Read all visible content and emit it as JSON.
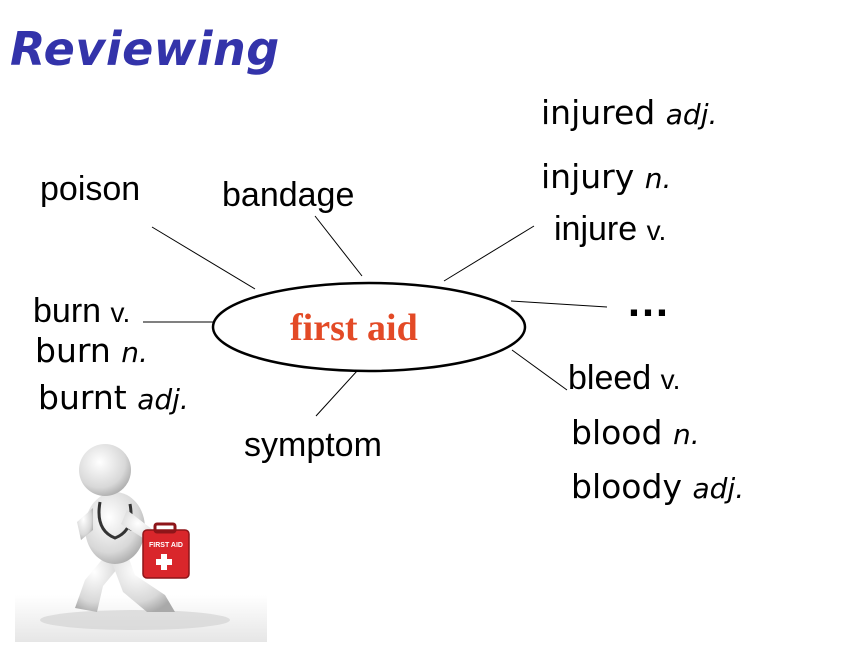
{
  "title": "Reviewing",
  "center": "first aid",
  "nodes": {
    "poison": "poison",
    "bandage": "bandage",
    "symptom": "symptom",
    "burn_v": {
      "word": "burn",
      "pos": "v."
    },
    "burn_n": {
      "word": "burn",
      "pos": "n."
    },
    "burnt_adj": {
      "word": "burnt",
      "pos": "adj."
    },
    "injured_adj": {
      "word": "injured",
      "pos": "adj."
    },
    "injury_n": {
      "word": "injury",
      "pos": "n."
    },
    "injure_v": {
      "word": "injure",
      "pos": "v."
    },
    "more": "…",
    "bleed_v": {
      "word": "bleed",
      "pos": "v."
    },
    "blood_n": {
      "word": "blood",
      "pos": "n."
    },
    "bloody_adj": {
      "word": "bloody",
      "pos": "adj."
    }
  },
  "figure_kit_label": "FIRST AID",
  "colors": {
    "title": "#3333aa",
    "center_text": "#e34a26",
    "kit": "#d9262b"
  }
}
